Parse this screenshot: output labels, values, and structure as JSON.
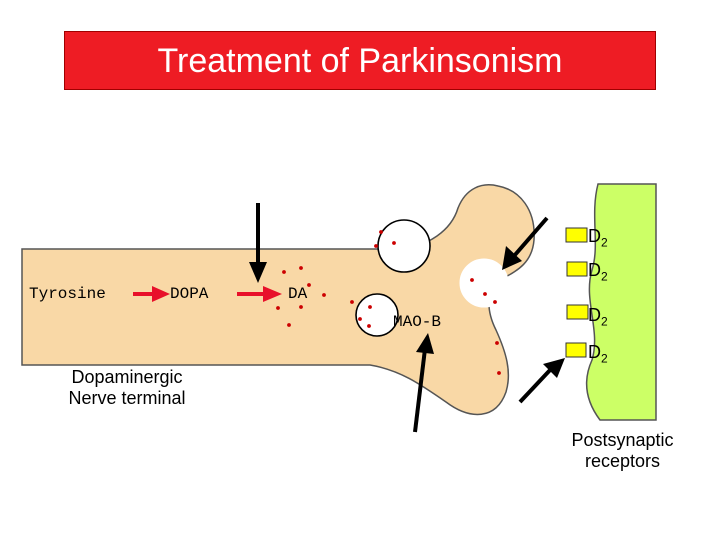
{
  "title": "Treatment of Parkinsonism",
  "labels": {
    "tyrosine": "Tyrosine",
    "dopa": "DOPA",
    "da": "DA",
    "maob": "MAO-B",
    "terminal_line1": "Dopaminergic",
    "terminal_line2": "Nerve terminal",
    "postsyn_line1": "Postsynaptic",
    "postsyn_line2": "receptors"
  },
  "receptors": [
    {
      "main": "D",
      "sub": "2"
    },
    {
      "main": "D",
      "sub": "2"
    },
    {
      "main": "D",
      "sub": "2"
    },
    {
      "main": "D",
      "sub": "2"
    }
  ],
  "colors": {
    "title_bg": "#ee1c24",
    "terminal": "#f9d8a6",
    "postsynaptic": "#ccff66",
    "receptor": "#ffff00",
    "dot": "#cc0000",
    "pathway_arrow": "#e8102a"
  }
}
